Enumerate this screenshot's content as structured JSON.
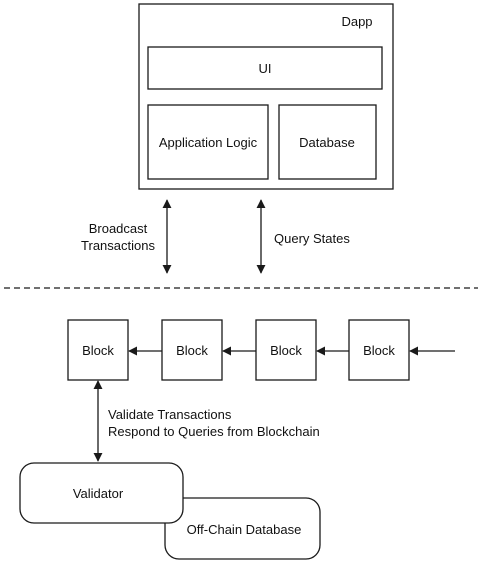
{
  "dapp": {
    "title": "Dapp",
    "ui_label": "UI",
    "logic_label": "Application Logic",
    "database_label": "Database"
  },
  "arrows": {
    "broadcast_line1": "Broadcast",
    "broadcast_line2": "Transactions",
    "query_states": "Query States"
  },
  "chain": {
    "blocks": [
      "Block",
      "Block",
      "Block",
      "Block"
    ]
  },
  "validate": {
    "line1": "Validate Transactions",
    "line2": "Respond to Queries from Blockchain"
  },
  "validator_label": "Validator",
  "offchain_label": "Off-Chain Database"
}
